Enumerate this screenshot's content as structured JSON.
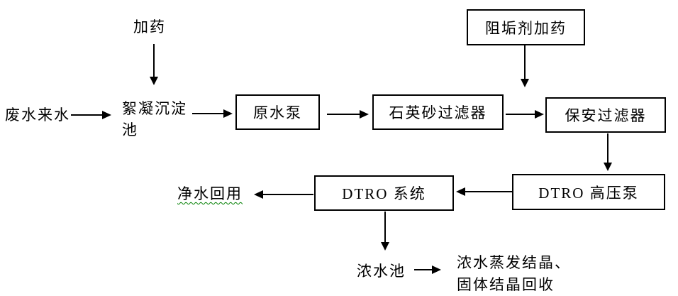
{
  "diagram": {
    "type": "process-flowchart",
    "language": "zh-CN",
    "colors": {
      "background": "#ffffff",
      "line": "#000000",
      "box_border": "#000000",
      "text": "#000000",
      "spellcheck_underline": "#008000"
    },
    "nodes": {
      "dosing": "加药",
      "wastewater_source": "废水来水",
      "flocculation_tank": "絮凝沉淀池",
      "raw_water_pump": "原水泵",
      "quartz_sand_filter": "石英砂过滤器",
      "antiscalant_dosing": "阻垢剂加药",
      "cartridge_filter": "保安过滤器",
      "dtro_hp_pump": "DTRO 高压泵",
      "dtro_system": "DTRO 系统",
      "clean_water_reuse": "净水回用",
      "concentrate_tank": "浓水池",
      "concentrate_fate_line1": "浓水蒸发结晶、",
      "concentrate_fate_line2": "固体结晶回收"
    },
    "edges": [
      {
        "from": "加药",
        "to": "絮凝沉淀池"
      },
      {
        "from": "废水来水",
        "to": "絮凝沉淀池"
      },
      {
        "from": "絮凝沉淀池",
        "to": "原水泵"
      },
      {
        "from": "原水泵",
        "to": "石英砂过滤器"
      },
      {
        "from": "石英砂过滤器",
        "to": "保安过滤器"
      },
      {
        "from": "阻垢剂加药",
        "to": "保安过滤器"
      },
      {
        "from": "保安过滤器",
        "to": "DTRO 高压泵"
      },
      {
        "from": "DTRO 高压泵",
        "to": "DTRO 系统"
      },
      {
        "from": "DTRO 系统",
        "to": "净水回用"
      },
      {
        "from": "DTRO 系统",
        "to": "浓水池"
      },
      {
        "from": "浓水池",
        "to": "浓水蒸发结晶、固体结晶回收"
      }
    ]
  }
}
